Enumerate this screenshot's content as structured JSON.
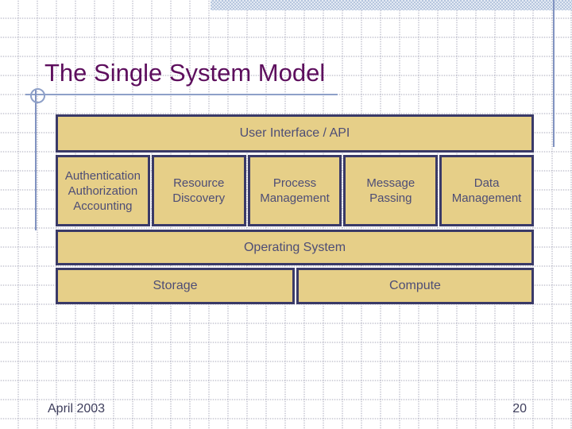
{
  "slide": {
    "title": "The Single System Model",
    "footer": {
      "date": "April 2003",
      "page_number": "20"
    }
  },
  "diagram": {
    "top_box": {
      "label": "User Interface / API"
    },
    "middle_row": [
      {
        "lines": [
          "Authentication",
          "Authorization",
          "Accounting"
        ]
      },
      {
        "lines": [
          "Resource",
          "Discovery"
        ]
      },
      {
        "lines": [
          "Process",
          "Management"
        ]
      },
      {
        "lines": [
          "Message",
          "Passing"
        ]
      },
      {
        "lines": [
          "Data",
          "Management"
        ]
      }
    ],
    "os_box": {
      "label": "Operating System"
    },
    "bottom_row": [
      {
        "label": "Storage"
      },
      {
        "label": "Compute"
      }
    ],
    "colors": {
      "box_fill": "#e6cf88",
      "box_border": "#3a3a68",
      "box_text": "#4d4d76",
      "title_text": "#5d0e5d",
      "accent_line": "#8193c1"
    }
  }
}
